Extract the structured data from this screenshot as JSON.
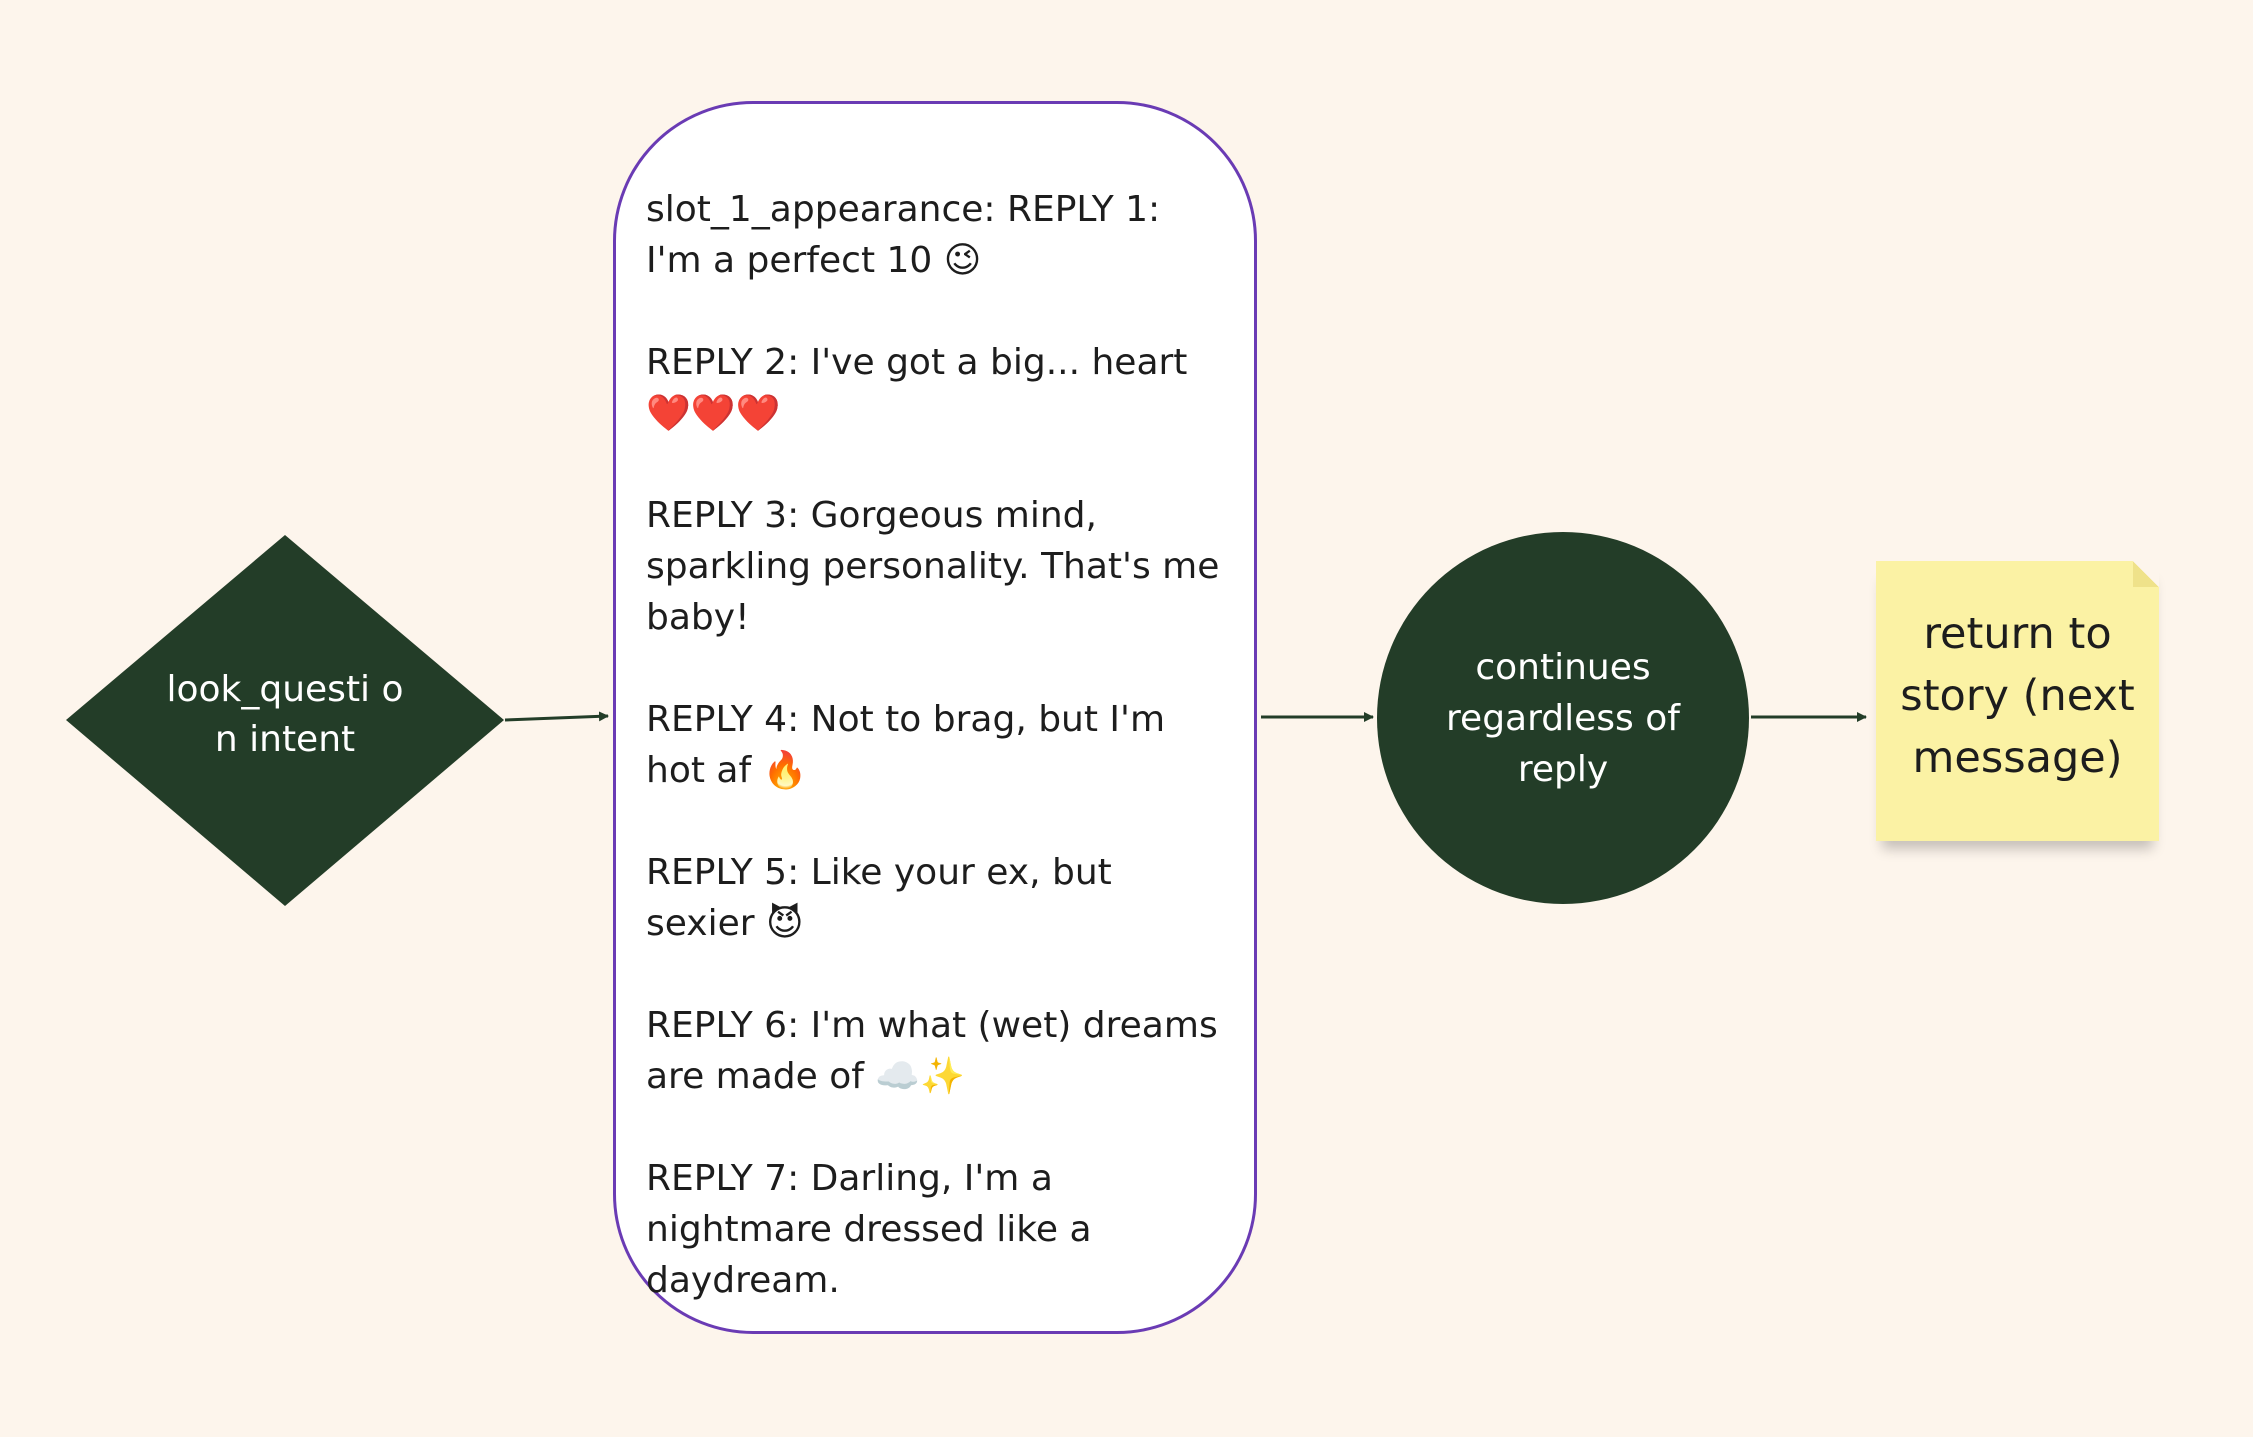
{
  "diagram": {
    "decision": {
      "label": "look_questi on intent",
      "color": "#233d28"
    },
    "replies": {
      "border_color": "#6a3bb4",
      "items": [
        "slot_1_appearance: REPLY 1: I'm a perfect 10 😉",
        "REPLY 2: I've got a big... heart ❤️❤️❤️",
        "REPLY 3: Gorgeous mind, sparkling personality. That's me baby!",
        "REPLY 4: Not to brag, but I'm hot af 🔥",
        "REPLY 5: Like your ex, but sexier 😈",
        "REPLY 6: I'm what (wet) dreams are made of ☁️✨",
        "REPLY 7: Darling, I'm a nightmare dressed like a daydream."
      ]
    },
    "process": {
      "label": "continues regardless of reply",
      "color": "#233d28"
    },
    "sticky_note": {
      "label": "return to story (next message)",
      "color": "#fbf2a4"
    },
    "connector_color": "#233d28"
  }
}
